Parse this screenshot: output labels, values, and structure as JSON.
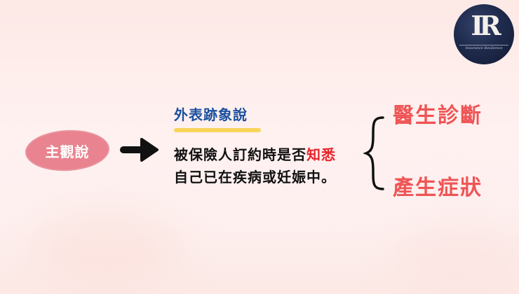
{
  "logo": {
    "letters": "IR",
    "subtitle": "Insurance Resilience"
  },
  "concept": {
    "label": "主觀說",
    "color": "#e8838f"
  },
  "definition": {
    "heading": "外表跡象說",
    "heading_color": "#1a4fa0",
    "underline_color": "#f7d55a",
    "line1_prefix": "被保險人訂約時是否",
    "line1_highlight": "知悉",
    "line2": "自己已在疾病或妊娠中。",
    "highlight_color": "#e8242b"
  },
  "outcomes": {
    "items": [
      {
        "label": "醫生診斷"
      },
      {
        "label": "產生症狀"
      }
    ],
    "color": "#ef5455"
  },
  "icons": {
    "arrow": "right-arrow-icon",
    "brace": "left-curly-brace-icon"
  }
}
